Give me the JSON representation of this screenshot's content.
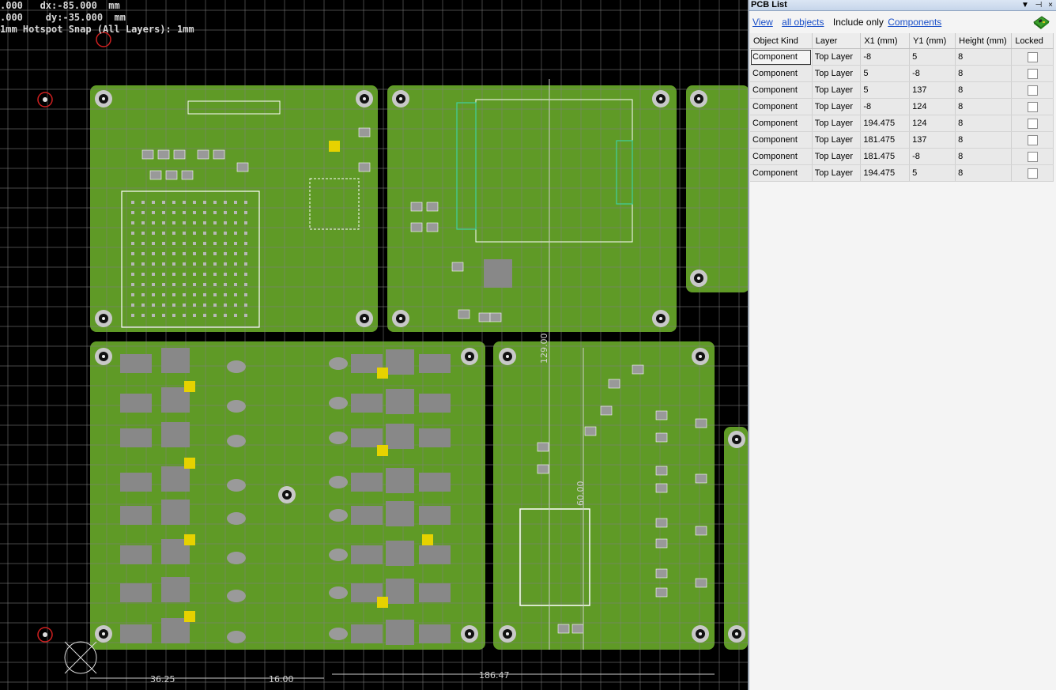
{
  "status": {
    "line1": ".000   dx:-85.000  mm",
    "line2": ".000    dy:-35.000  mm",
    "line3": "1mm Hotspot Snap (All Layers): 1mm"
  },
  "dimensions": {
    "d1": "36.25",
    "d2": "16.00",
    "d3": "186.47",
    "d4": "129.00",
    "d5": "60.00"
  },
  "panel": {
    "title": "PCB List",
    "controls": {
      "menu": "▼",
      "pin": "⊣",
      "close": "×"
    },
    "view_link": "View",
    "filter_link": "all objects",
    "include_text": "Include only",
    "components_link": "Components",
    "icon": "board-icon",
    "columns": [
      "Object Kind",
      "Layer",
      "X1 (mm)",
      "Y1 (mm)",
      "Height (mm)",
      "Locked"
    ],
    "rows": [
      {
        "kind": "Component",
        "layer": "Top Layer",
        "x1": "-8",
        "y1": "5",
        "height": "8"
      },
      {
        "kind": "Component",
        "layer": "Top Layer",
        "x1": "5",
        "y1": "-8",
        "height": "8"
      },
      {
        "kind": "Component",
        "layer": "Top Layer",
        "x1": "5",
        "y1": "137",
        "height": "8"
      },
      {
        "kind": "Component",
        "layer": "Top Layer",
        "x1": "-8",
        "y1": "124",
        "height": "8"
      },
      {
        "kind": "Component",
        "layer": "Top Layer",
        "x1": "194.475",
        "y1": "124",
        "height": "8"
      },
      {
        "kind": "Component",
        "layer": "Top Layer",
        "x1": "181.475",
        "y1": "137",
        "height": "8"
      },
      {
        "kind": "Component",
        "layer": "Top Layer",
        "x1": "181.475",
        "y1": "-8",
        "height": "8"
      },
      {
        "kind": "Component",
        "layer": "Top Layer",
        "x1": "194.475",
        "y1": "5",
        "height": "8"
      }
    ]
  },
  "colors": {
    "board": "#5f9a26",
    "grid": "#808080",
    "silk": "#ffffff",
    "pad": "#9a9a9a",
    "accent_pad": "#e6d200"
  }
}
